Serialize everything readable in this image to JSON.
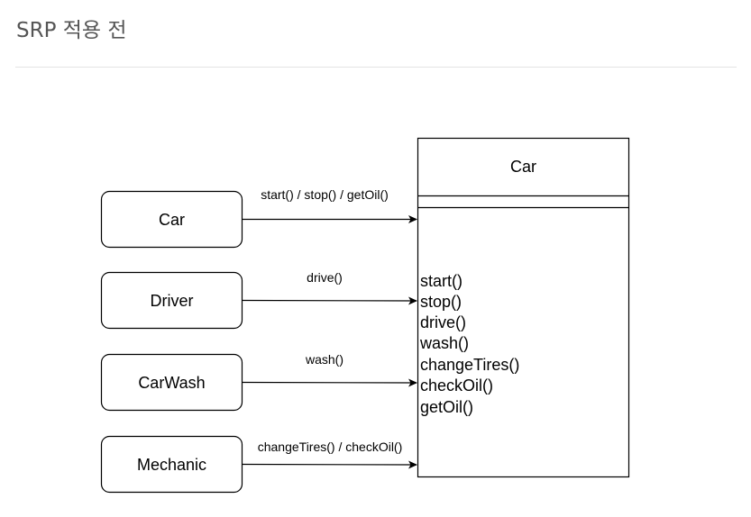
{
  "page": {
    "title": "SRP 적용 전"
  },
  "diagram": {
    "actors": [
      {
        "id": "car",
        "label": "Car"
      },
      {
        "id": "driver",
        "label": "Driver"
      },
      {
        "id": "carwash",
        "label": "CarWash"
      },
      {
        "id": "mechanic",
        "label": "Mechanic"
      }
    ],
    "edges": [
      {
        "from": "car",
        "label": "start() / stop() / getOil()"
      },
      {
        "from": "driver",
        "label": "drive()"
      },
      {
        "from": "carwash",
        "label": "wash()"
      },
      {
        "from": "mechanic",
        "label": "changeTires() / checkOil()"
      }
    ],
    "class_box": {
      "name": "Car",
      "methods": [
        "start()",
        "stop()",
        "drive()",
        "wash()",
        "changeTires()",
        "checkOil()",
        "getOil()"
      ]
    }
  }
}
